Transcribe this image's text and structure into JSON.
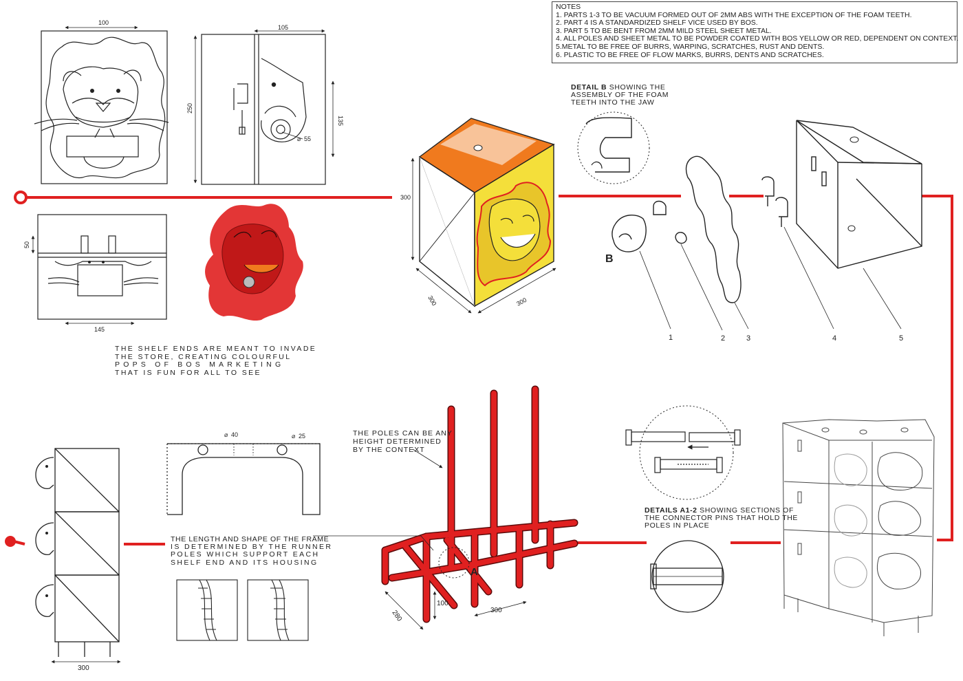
{
  "notes": {
    "title": "NOTES",
    "lines": [
      "1. PARTS 1-3 TO BE VACUUM FORMED OUT OF 2mm ABS WITH THE EXCEPTION OF THE FOAM TEETH.",
      "2. PART 4 IS A STANDARDIZED SHELF VICE USED BY BOS.",
      "3. PART 5 TO BE BENT FROM 2mm MILD STEEL SHEET METAL.",
      "4. ALL POLES AND SHEET METAL TO BE POWDER COATED WITH BOS YELLOW OR RED, DEPENDENT ON CONTEXT.",
      "5.METAL TO BE FREE OF BURRS, WARPING, SCRATCHES, RUST AND DENTS.",
      "6. PLASTIC TO BE FREE OF FLOW MARKS, BURRS, DENTS AND SCRATCHES."
    ]
  },
  "detail_b": {
    "bold": "DETAIL B",
    "line1": " SHOWING THE",
    "line2": "ASSEMBLY OF THE FOAM",
    "line3": "TEETH INTO THE JAW"
  },
  "shelf_text": [
    "THE SHELF ENDS ARE MEANT TO INVADE",
    "THE STORE, CREATING COLOURFUL",
    "POPS OF BOS MARKETING",
    "THAT IS FUN FOR ALL TO SEE"
  ],
  "poles_text": [
    "THE POLES CAN BE ANY",
    "HEIGHT DETERMINED",
    "BY THE CONTEXT"
  ],
  "frame_text": [
    "THE LENGTH AND SHAPE OF THE FRAME",
    "IS DETERMINED BY THE RUNNER",
    "POLES WHICH SUPPORT EACH",
    "SHELF END AND ITS HOUSING"
  ],
  "details_a": {
    "bold": "DETAILS A1-2",
    "line1": " SHOWING SECTIONS OF",
    "line2": "THE CONNECTOR PINS THAT HOLD THE",
    "line3": "POLES IN PLACE"
  },
  "dims": {
    "front_width": "100",
    "side_top": "105",
    "side_height": "250",
    "side_right": "135",
    "side_dia": "55",
    "top_height": "50",
    "top_width": "145",
    "cube_h": "300",
    "cube_d": "300",
    "cube_w": "300",
    "plate_d1": "40",
    "plate_d2": "25",
    "stack_w": "300",
    "frame_d": "280",
    "frame_h": "100",
    "frame_w": "300"
  },
  "labels": {
    "detail_b_marker": "B",
    "detail_a_marker": "A",
    "parts": [
      "1",
      "2",
      "3",
      "4",
      "5"
    ]
  },
  "colors": {
    "red": "#e02020",
    "orange": "#f07a1e",
    "yellow": "#f4df3a"
  }
}
